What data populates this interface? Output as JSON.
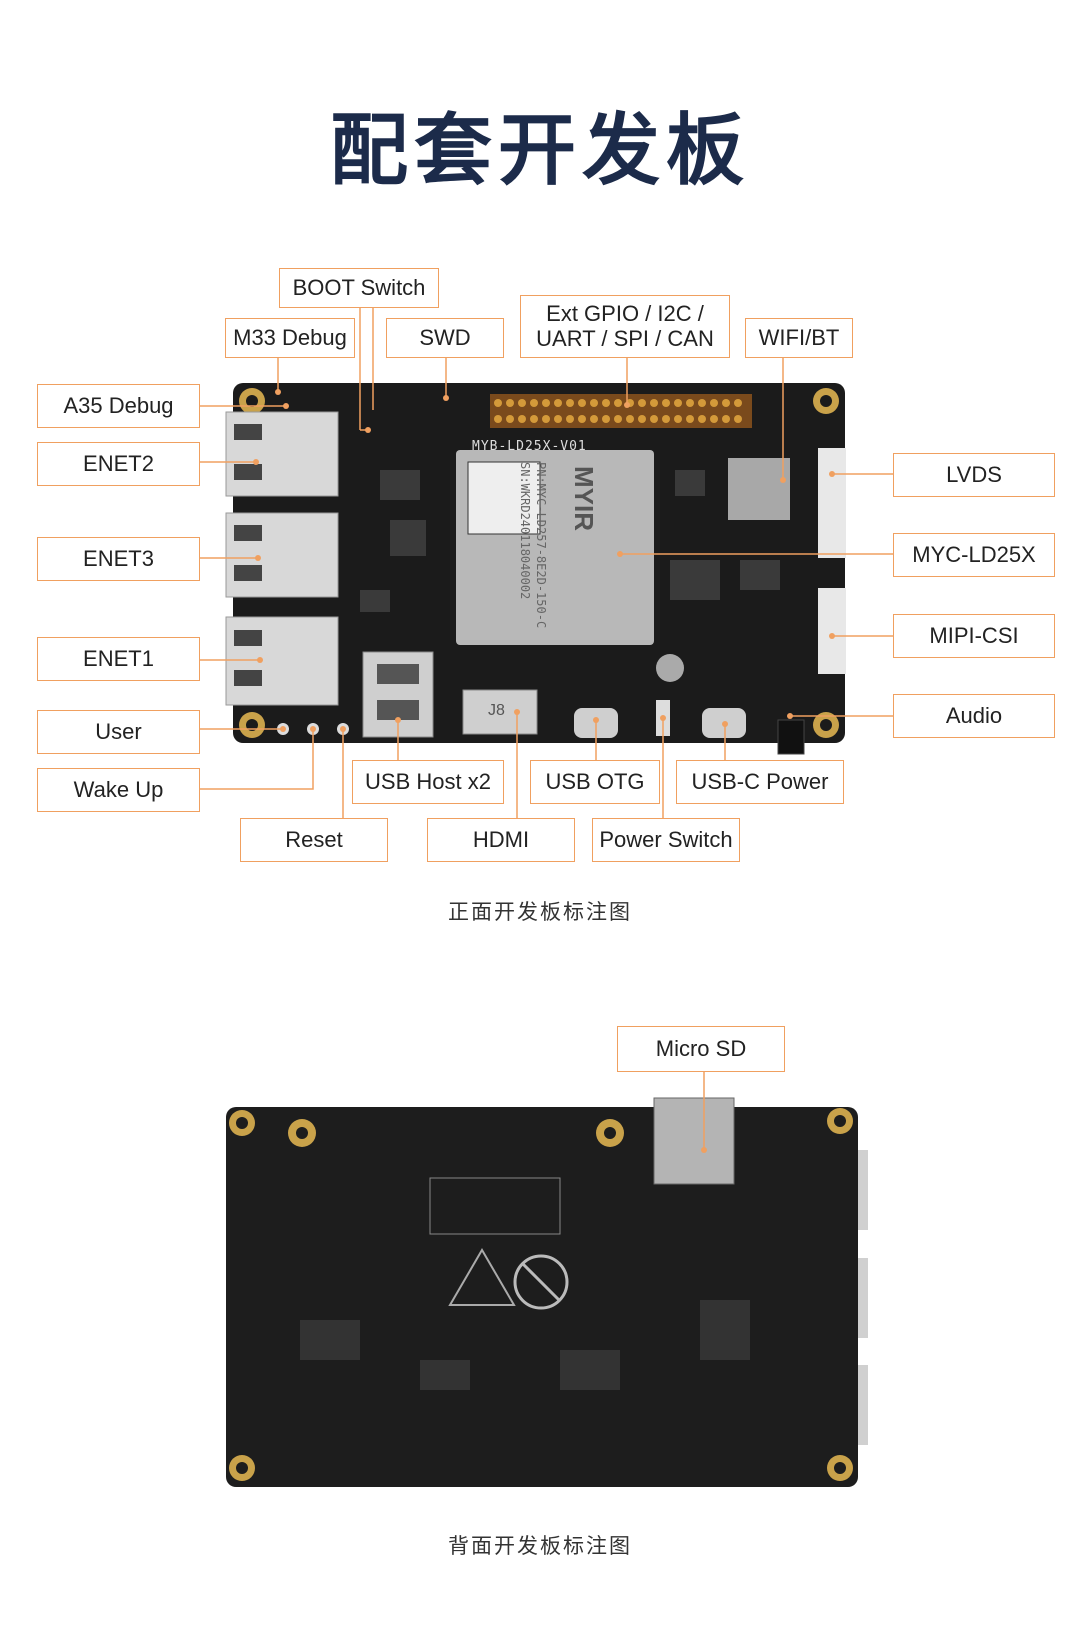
{
  "title": "配套开发板",
  "front_caption": "正面开发板标注图",
  "back_caption": "背面开发板标注图",
  "front_labels": {
    "boot_switch": "BOOT Switch",
    "m33_debug": "M33 Debug",
    "swd": "SWD",
    "ext_gpio": "Ext GPIO / I2C / UART / SPI / CAN",
    "wifi_bt": "WIFI/BT",
    "a35_debug": "A35 Debug",
    "enet2": "ENET2",
    "enet3": "ENET3",
    "enet1": "ENET1",
    "user": "User",
    "wake_up": "Wake Up",
    "reset": "Reset",
    "usb_host": "USB Host x2",
    "usb_otg": "USB OTG",
    "usb_c_power": "USB-C Power",
    "hdmi": "HDMI",
    "power_switch": "Power Switch",
    "lvds": "LVDS",
    "myc": "MYC-LD25X",
    "mipi_csi": "MIPI-CSI",
    "audio": "Audio"
  },
  "back_labels": {
    "micro_sd": "Micro SD"
  },
  "board_print": {
    "model": "MYB-LD25X-V01",
    "brand": "MYIR",
    "module_text": "PN:MYC-LD257-8E2D-150-C SN:WKRD240118040002",
    "j8": "J8"
  },
  "colors": {
    "label_border": "#f0a060",
    "title": "#1c2b4a",
    "board": "#1b1b1b"
  }
}
